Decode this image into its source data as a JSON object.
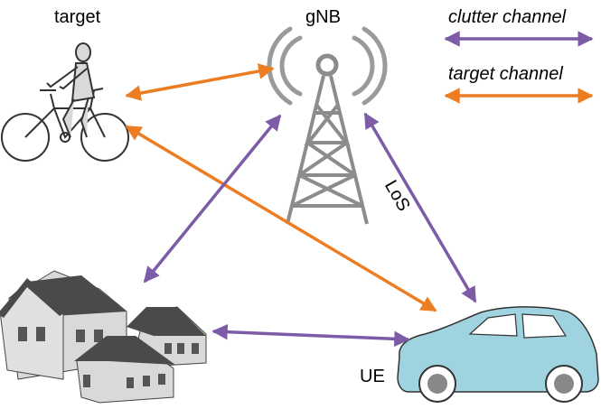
{
  "labels": {
    "target": "target",
    "gnb": "gNB",
    "ue": "UE",
    "los": "LoS"
  },
  "legend": {
    "clutter_label": "clutter channel",
    "target_label": "target channel"
  },
  "colors": {
    "clutter": "#7d5ba6",
    "target": "#ed7d22",
    "car_body": "#9fd3df",
    "house_roof": "#4a4a4a",
    "house_wall": "#d9d9d9",
    "tower": "#8c8c8c"
  }
}
